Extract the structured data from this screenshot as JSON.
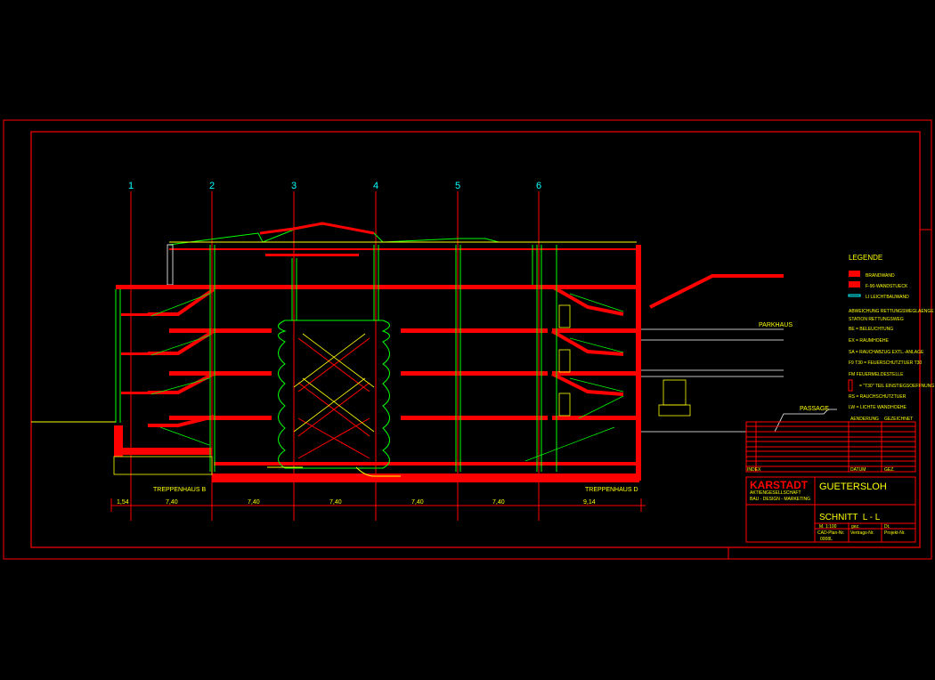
{
  "colors": {
    "frame": "#ff0000",
    "text": "#ffff00",
    "grid": "#00ffff",
    "green": "#00ff00",
    "bg": "#000000"
  },
  "axes": [
    "1",
    "2",
    "3",
    "4",
    "5",
    "6"
  ],
  "dimensions": [
    "1,54",
    "7,40",
    "7,40",
    "7,40",
    "7,40",
    "7,40",
    "9,14"
  ],
  "labels": {
    "stair_b": "TREPPENHAUS B",
    "stair_d": "TREPPENHAUS D",
    "parking": "PARKHAUS",
    "passage": "PASSAGE"
  },
  "legend": {
    "title": "LEGENDE",
    "items": [
      "BRANDWAND",
      "F-90-WANDSTUECK",
      "LI LEICHTBAUWAND"
    ],
    "notes": [
      "ABWEICHUNG RETTUNGSWEGLAENGE",
      "STATION RETTUNGSWEG",
      "BE = BELEUCHTUNG",
      "EX = RAUMHOEHE",
      "SA = RAUCHABZUG EXTL.-ANLAGE",
      "F9 T30 = FEUERSCHUTZTUER T30",
      "FM FEUERMELDESTELLE",
      "= \"T30\" TEIL EINSTIEGSOEFFNUNG",
      "RS = RAUCHSCHUTZTUER",
      "LW = LICHTE WANDHOEHE"
    ]
  },
  "revisions": {
    "headers": [
      "AENDERUNG",
      "GEZEICHNET"
    ],
    "footer": [
      "INDEX",
      "DATUM",
      "GEZ."
    ]
  },
  "title_block": {
    "company": "KARSTADT",
    "company_sub": "AKTIENGESELLSCHAFT",
    "company_line": "BAU - DESIGN - MARKETING",
    "city": "GUETERSLOH",
    "drawing": "SCHNITT  L - L",
    "scale": "M. 1:100",
    "drawn": "gez.",
    "date": "Dt.",
    "cad_label": "CAD-Plan-Nr.",
    "cad_value": "0008L",
    "vertrag_label": "Vertrags-Nr.",
    "project_label": "Projekt-Nr."
  }
}
